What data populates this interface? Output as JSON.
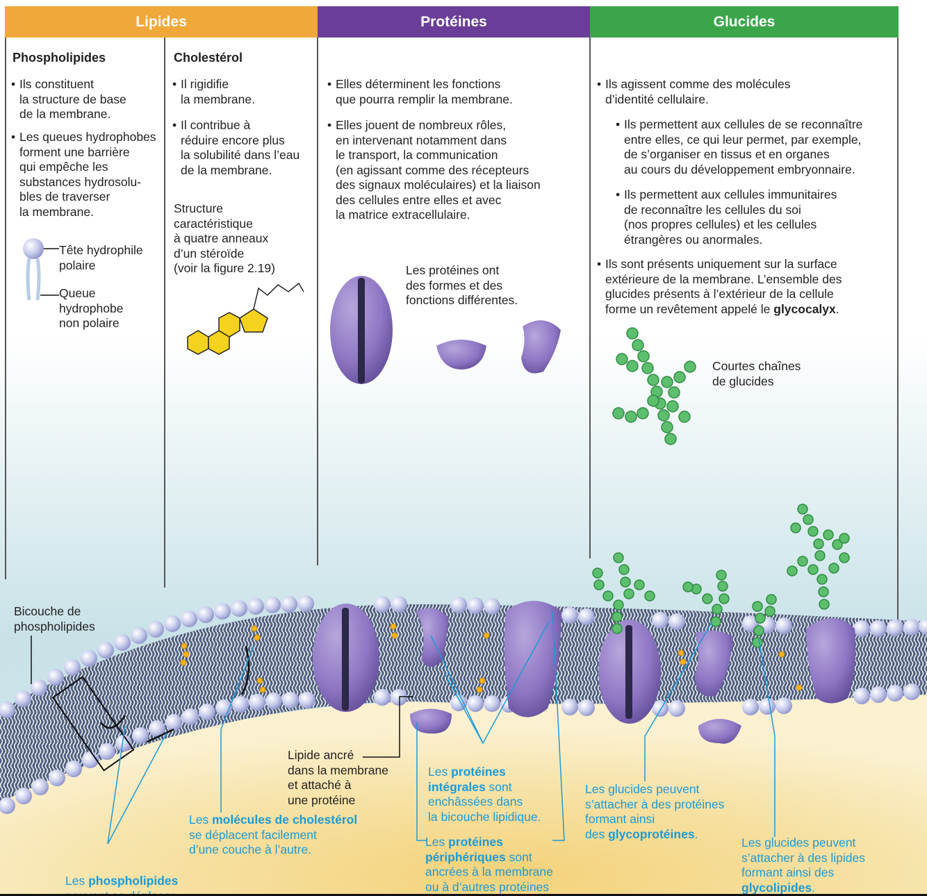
{
  "headers": {
    "lipides": {
      "label": "Lipides",
      "color": "#f0a83a"
    },
    "proteines": {
      "label": "Protéines",
      "color": "#6a3e98"
    },
    "glucides": {
      "label": "Glucides",
      "color": "#3ba54a"
    }
  },
  "phospholipides": {
    "title": "Phospholipides",
    "b1": [
      "Ils constituent",
      "la structure de base",
      "de la membrane."
    ],
    "b2": [
      "Les queues hydrophobes",
      "forment une barrière",
      "qui empêche les",
      "substances hydrosolu-",
      "bles de traverser",
      "la membrane."
    ],
    "tete": [
      "Tête hydrophile",
      "polaire"
    ],
    "queue": [
      "Queue",
      "hydrophobe",
      "non polaire"
    ]
  },
  "cholesterol": {
    "title": "Cholestérol",
    "b1": [
      "Il rigidifie",
      "la membrane."
    ],
    "b2": [
      "Il contribue à",
      "réduire encore plus",
      "la solubilité dans l’eau",
      "de la membrane."
    ],
    "structure": [
      "Structure",
      "caractéristique",
      "à quatre anneaux",
      "d’un stéroïde",
      "(voir la figure 2.19)"
    ]
  },
  "proteines": {
    "b1": [
      "Elles déterminent les fonctions",
      "que pourra remplir la membrane."
    ],
    "b2": [
      "Elles jouent de nombreux rôles,",
      "en intervenant notamment dans",
      "le transport, la communication",
      "(en agissant comme des récepteurs",
      "des signaux moléculaires) et la liaison",
      "des cellules entre elles et avec",
      "la matrice extracellulaire."
    ],
    "formes": [
      "Les protéines ont",
      "des formes et des",
      "fonctions différentes."
    ]
  },
  "glucides": {
    "b1": [
      "Ils agissent comme des molécules",
      "d’identité cellulaire."
    ],
    "b1a": [
      "Ils permettent aux cellules de se reconnaître",
      "entre elles, ce qui leur permet, par exemple,",
      "de s’organiser en tissus et en organes",
      "au cours du développement embryonnaire."
    ],
    "b1b": [
      "Ils permettent aux cellules immunitaires",
      "de reconnaître les cellules du soi",
      "(nos propres cellules) et les cellules",
      "étrangères ou anormales."
    ],
    "b2": [
      "Ils sont présents uniquement sur la surface",
      "extérieure de la membrane. L’ensemble des",
      "glucides présents à l’extérieur de la cellule",
      "forme un revêtement appelé le"
    ],
    "b2_bold": "glycocalyx",
    "b2_end": ".",
    "chaines": [
      "Courtes chaînes",
      "de glucides"
    ]
  },
  "bottom": {
    "bicouche": [
      "Bicouche de",
      "phospholipides"
    ],
    "lipide_ancre": [
      "Lipide ancré",
      "dans la membrane",
      "et attaché à",
      "une protéine"
    ],
    "chol_move": {
      "pre": "Les ",
      "bold": "molécules de cholestérol",
      "rest": [
        "se déplacent facilement",
        "d’une couche à l’autre."
      ]
    },
    "phos_move": {
      "pre": "Les ",
      "bold": "phospholipides",
      "rest": "peuvent se déplacer"
    },
    "integrales": {
      "pre": "Les ",
      "bold1": "protéines",
      "bold2": "intégrales",
      "post2": " sont",
      "rest": [
        "enchâssées dans",
        "la bicouche lipidique."
      ]
    },
    "peripheriques": {
      "pre": "Les ",
      "bold1": "protéines",
      "bold2": "périphériques",
      "post2": " sont",
      "rest": [
        "ancrées à la membrane",
        "ou à d’autres protéines"
      ]
    },
    "glycoproteines": {
      "lines": [
        "Les glucides peuvent",
        "s’attacher à des protéines",
        "formant ainsi"
      ],
      "pre": "des ",
      "bold": "glycoprotéines",
      "post": "."
    },
    "glycolipides": {
      "lines": [
        "Les glucides peuvent",
        "s’attacher à des lipides",
        "formant ainsi des"
      ],
      "bold": "glycolipides",
      "post": "."
    }
  }
}
